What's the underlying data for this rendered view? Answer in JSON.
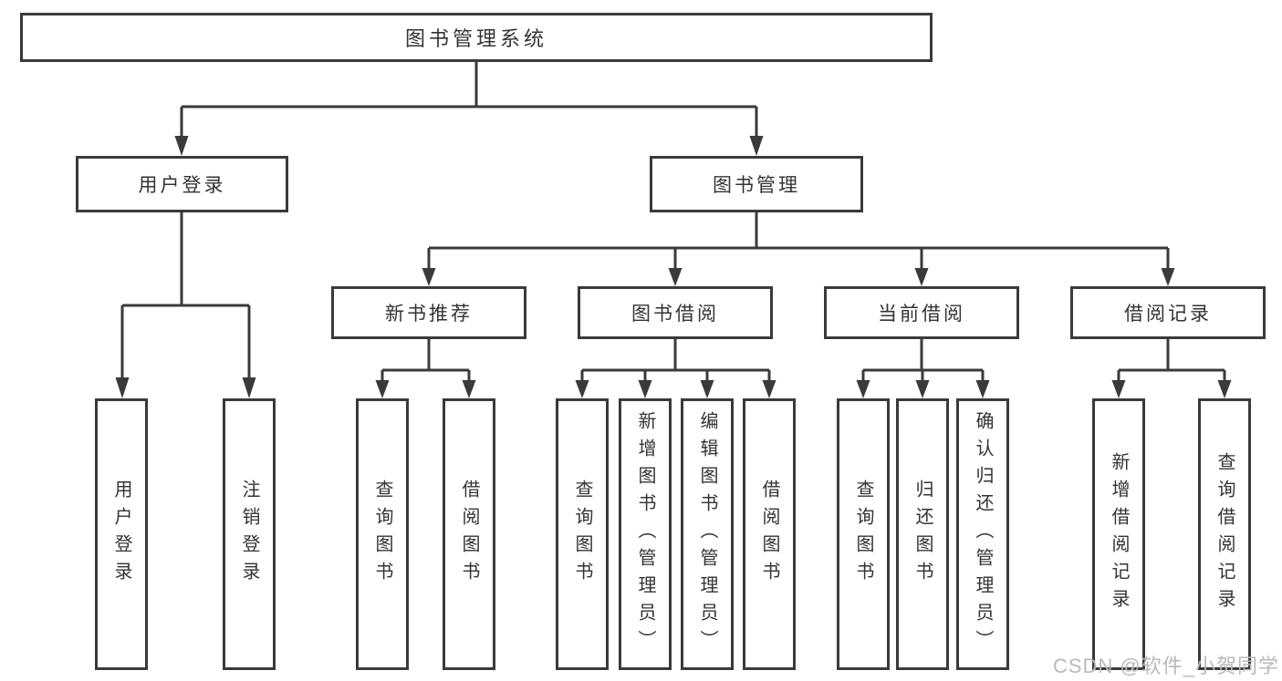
{
  "diagram": {
    "type": "hierarchy-tree",
    "title": "图书管理系统",
    "colors": {
      "line": "#3a3a3a",
      "box_border": "#3a3a3a",
      "text": "#333333",
      "watermark": "#b9b9b9",
      "background": "#ffffff"
    }
  },
  "tree": {
    "label": "图书管理系统",
    "children": [
      {
        "label": "用户登录",
        "children": [
          {
            "label": "用户登录"
          },
          {
            "label": "注销登录"
          }
        ]
      },
      {
        "label": "图书管理",
        "children": [
          {
            "label": "新书推荐",
            "children": [
              {
                "label": "查询图书"
              },
              {
                "label": "借阅图书"
              }
            ]
          },
          {
            "label": "图书借阅",
            "children": [
              {
                "label": "查询图书"
              },
              {
                "label": "新增图书（管理员）"
              },
              {
                "label": "编辑图书（管理员）"
              },
              {
                "label": "借阅图书"
              }
            ]
          },
          {
            "label": "当前借阅",
            "children": [
              {
                "label": "查询图书"
              },
              {
                "label": "归还图书"
              },
              {
                "label": "确认归还（管理员）"
              }
            ]
          },
          {
            "label": "借阅记录",
            "children": [
              {
                "label": "新增借阅记录"
              },
              {
                "label": "查询借阅记录"
              }
            ]
          }
        ]
      }
    ]
  },
  "watermark": {
    "text": "CSDN @软件_小贺同学"
  }
}
